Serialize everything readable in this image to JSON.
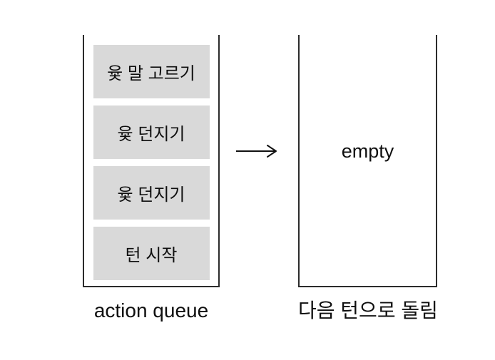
{
  "diagram": {
    "action_queue": {
      "label": "action queue",
      "items": [
        "윷 말 고르기",
        "윷 던지기",
        "윷 던지기",
        "턴 시작"
      ]
    },
    "next_turn_box": {
      "label": "다음 턴으로 돌림",
      "content": "empty"
    },
    "colors": {
      "queue_item_bg": "#d9d9d9",
      "container_border": "#2b2b2b",
      "text": "#0f0f0f",
      "background": "#ffffff"
    }
  }
}
